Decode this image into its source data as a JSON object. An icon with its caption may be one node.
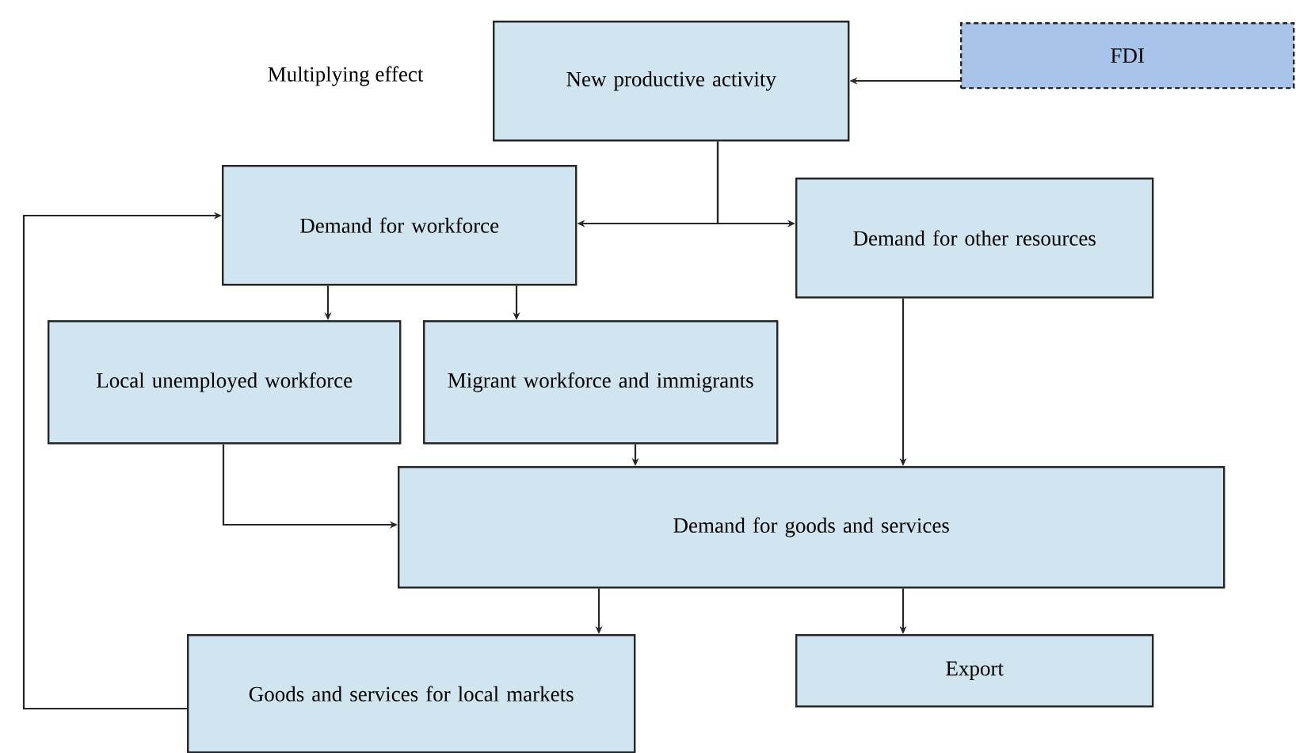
{
  "diagram": {
    "nodes": [
      {
        "text": [
          "New productive activity"
        ]
      },
      {
        "text": [
          "FDI"
        ]
      },
      {
        "text": [
          "Demand for workforce"
        ]
      },
      {
        "text": [
          "Demand for other resources"
        ]
      },
      {
        "text": [
          "Local unemployed workforce"
        ]
      },
      {
        "text": [
          "Migrant workforce and immigrants"
        ]
      },
      {
        "text": [
          "Demand for goods and services"
        ]
      },
      {
        "text": [
          "Goods and services for local markets"
        ]
      },
      {
        "text": [
          "Export"
        ]
      }
    ],
    "edges": [
      {
        "from": 1,
        "to": 0,
        "arrow": "to"
      },
      {
        "from": 0,
        "to": 2,
        "arrow": "to"
      },
      {
        "from": 0,
        "to": 3,
        "arrow": "to"
      },
      {
        "from": 2,
        "to": 4,
        "arrow": "to"
      },
      {
        "from": 2,
        "to": 5,
        "arrow": "to"
      },
      {
        "from": 5,
        "to": 6,
        "arrow": "to"
      },
      {
        "from": 3,
        "to": 6,
        "arrow": "to"
      },
      {
        "from": 4,
        "to": 6,
        "arrow": "to"
      },
      {
        "from": 6,
        "to": 7,
        "arrow": "to"
      },
      {
        "from": 6,
        "to": 8,
        "arrow": "to"
      },
      {
        "from": 7,
        "to": 2,
        "arrow": "to"
      }
    ],
    "labels": [
      "Multiplying effect"
    ]
  }
}
